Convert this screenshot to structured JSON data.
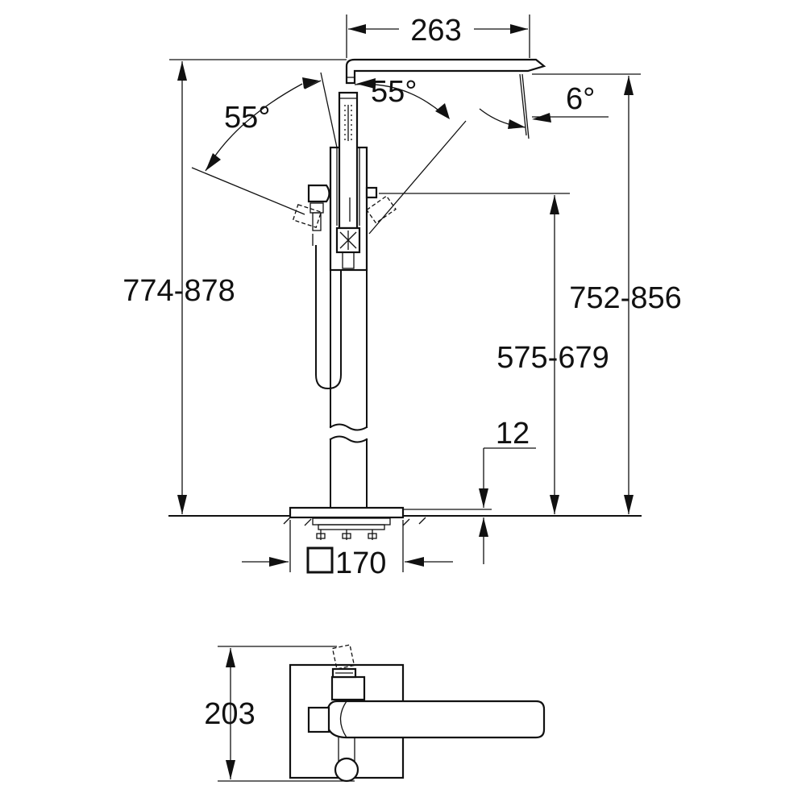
{
  "dimensions": {
    "spout_reach": "263",
    "angle_left": "55°",
    "angle_right": "55°",
    "spout_tilt": "6°",
    "total_height": "774-878",
    "spout_height": "752-856",
    "handset_height": "575-679",
    "floor_offset": "12",
    "base_plate": "170",
    "plan_depth": "203"
  },
  "views": [
    "front-elevation",
    "plan-view"
  ]
}
